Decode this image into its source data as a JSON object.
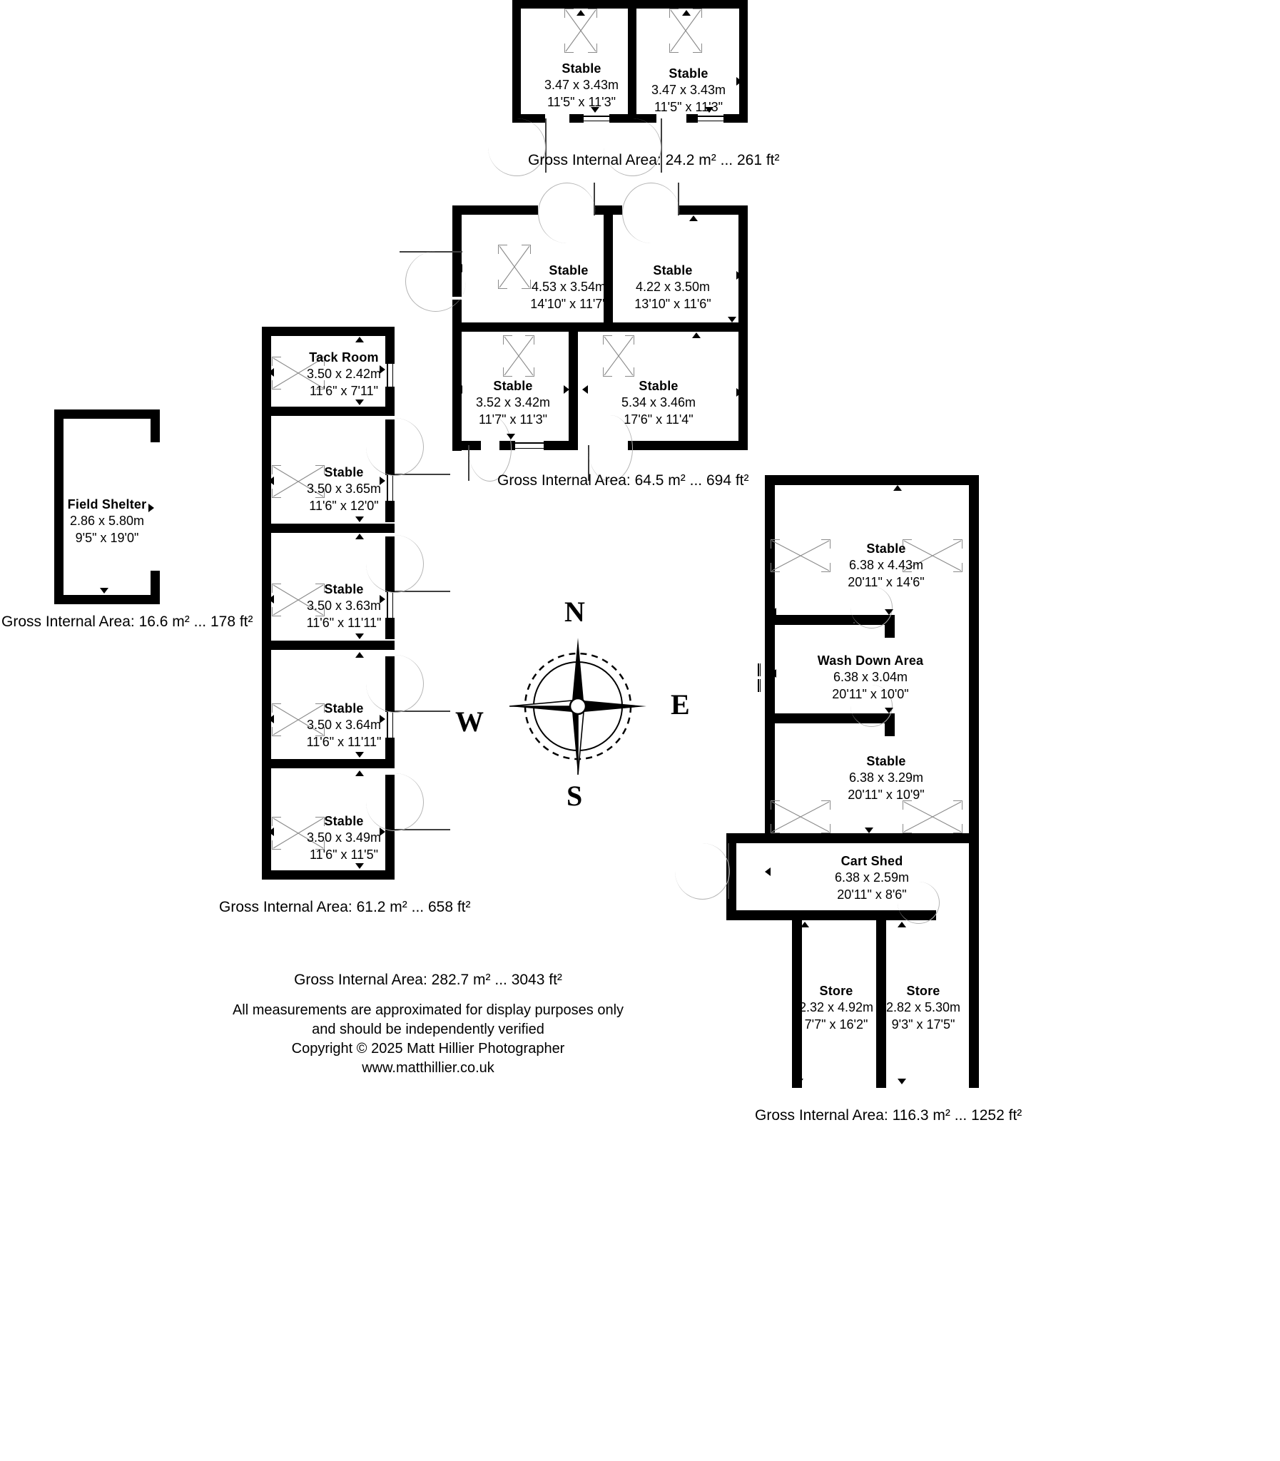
{
  "document": {
    "type": "floor-plan",
    "subject": "Equestrian stable blocks floor plan"
  },
  "buildings": [
    {
      "id": "top-stable-block",
      "area_label": "Gross Internal Area: 24.2 m² ... 261 ft²",
      "rooms": [
        {
          "name": "Stable",
          "metric": "3.47 x 3.43m",
          "imperial": "11'5\" x 11'3\""
        },
        {
          "name": "Stable",
          "metric": "3.47 x 3.43m",
          "imperial": "11'5\" x 11'3\""
        }
      ]
    },
    {
      "id": "middle-stable-block",
      "area_label": "Gross Internal Area: 64.5 m² ... 694 ft²",
      "rooms": [
        {
          "name": "Stable",
          "metric": "4.53 x 3.54m",
          "imperial": "14'10\" x 11'7\""
        },
        {
          "name": "Stable",
          "metric": "4.22 x 3.50m",
          "imperial": "13'10\" x 11'6\""
        },
        {
          "name": "Stable",
          "metric": "3.52 x 3.42m",
          "imperial": "11'7\" x 11'3\""
        },
        {
          "name": "Stable",
          "metric": "5.34 x 3.46m",
          "imperial": "17'6\" x 11'4\""
        }
      ]
    },
    {
      "id": "field-shelter",
      "area_label": "Gross Internal Area: 16.6 m² ... 178 ft²",
      "rooms": [
        {
          "name": "Field Shelter",
          "metric": "2.86 x 5.80m",
          "imperial": "9'5\" x 19'0\""
        }
      ]
    },
    {
      "id": "left-stable-range",
      "area_label": "Gross Internal Area: 61.2 m² ... 658 ft²",
      "rooms": [
        {
          "name": "Tack Room",
          "metric": "3.50 x 2.42m",
          "imperial": "11'6\" x 7'11\""
        },
        {
          "name": "Stable",
          "metric": "3.50 x 3.65m",
          "imperial": "11'6\" x 12'0\""
        },
        {
          "name": "Stable",
          "metric": "3.50 x 3.63m",
          "imperial": "11'6\" x 11'11\""
        },
        {
          "name": "Stable",
          "metric": "3.50 x 3.64m",
          "imperial": "11'6\" x 11'11\""
        },
        {
          "name": "Stable",
          "metric": "3.50 x 3.49m",
          "imperial": "11'6\" x 11'5\""
        }
      ]
    },
    {
      "id": "right-barn-block",
      "area_label": "Gross Internal Area: 116.3 m² ... 1252 ft²",
      "rooms": [
        {
          "name": "Stable",
          "metric": "6.38 x 4.43m",
          "imperial": "20'11\" x 14'6\""
        },
        {
          "name": "Wash Down Area",
          "metric": "6.38 x 3.04m",
          "imperial": "20'11\" x 10'0\""
        },
        {
          "name": "Stable",
          "metric": "6.38 x 3.29m",
          "imperial": "20'11\" x 10'9\""
        },
        {
          "name": "Cart Shed",
          "metric": "6.38 x 2.59m",
          "imperial": "20'11\" x 8'6\""
        },
        {
          "name": "Store",
          "metric": "2.32 x 4.92m",
          "imperial": "7'7\" x 16'2\""
        },
        {
          "name": "Store",
          "metric": "2.82 x 5.30m",
          "imperial": "9'3\" x 17'5\""
        }
      ]
    }
  ],
  "compass": {
    "north": "N",
    "east": "E",
    "south": "S",
    "west": "W"
  },
  "footer": {
    "total_area": "Gross Internal Area: 282.7 m² ... 3043 ft²",
    "disclaimer_1": "All measurements are approximated for display purposes only",
    "disclaimer_2": "and should be independently verified",
    "copyright": "Copyright © 2025 Matt Hillier Photographer",
    "website": "www.matthillier.co.uk"
  },
  "colors": {
    "wall": "#000000",
    "background": "#ffffff",
    "furniture": "#8a8a8a",
    "door_arc": "#b3b3b3"
  }
}
